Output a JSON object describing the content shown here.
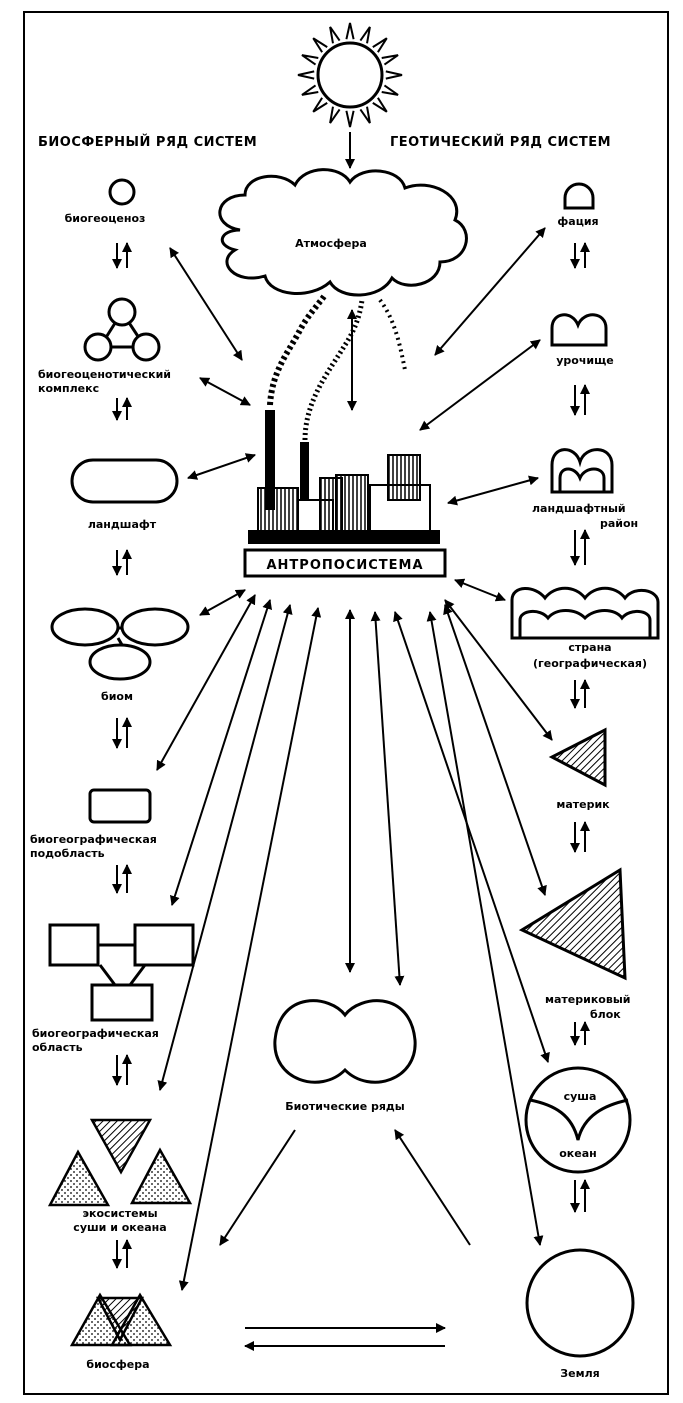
{
  "headers": {
    "left": "БИОСФЕРНЫЙ РЯД СИСТЕМ",
    "right": "ГЕОТИЧЕСКИЙ РЯД СИСТЕМ"
  },
  "atmosphere": "Атмосфера",
  "center": "АНТРОПОСИСТЕМА",
  "biotic": "Биотические ряды",
  "left_series": [
    {
      "label": "биогеоценоз"
    },
    {
      "label1": "биогеоценотический",
      "label2": "комплекс"
    },
    {
      "label": "ландшафт"
    },
    {
      "label": "биом"
    },
    {
      "label1": "биогеографическая",
      "label2": "подобласть"
    },
    {
      "label1": "биогеографическая",
      "label2": "область"
    },
    {
      "label1": "экосистемы",
      "label2": "суши и океана"
    },
    {
      "label": "биосфера"
    }
  ],
  "right_series": [
    {
      "label": "фация"
    },
    {
      "label": "урочище"
    },
    {
      "label1": "ландшафтный",
      "label2": "район"
    },
    {
      "label1": "страна",
      "label2": "(географическая)"
    },
    {
      "label": "материк"
    },
    {
      "label1": "материковый",
      "label2": "блок"
    },
    {
      "top": "суша",
      "bottom": "океан"
    },
    {
      "label": "Земля"
    }
  ]
}
